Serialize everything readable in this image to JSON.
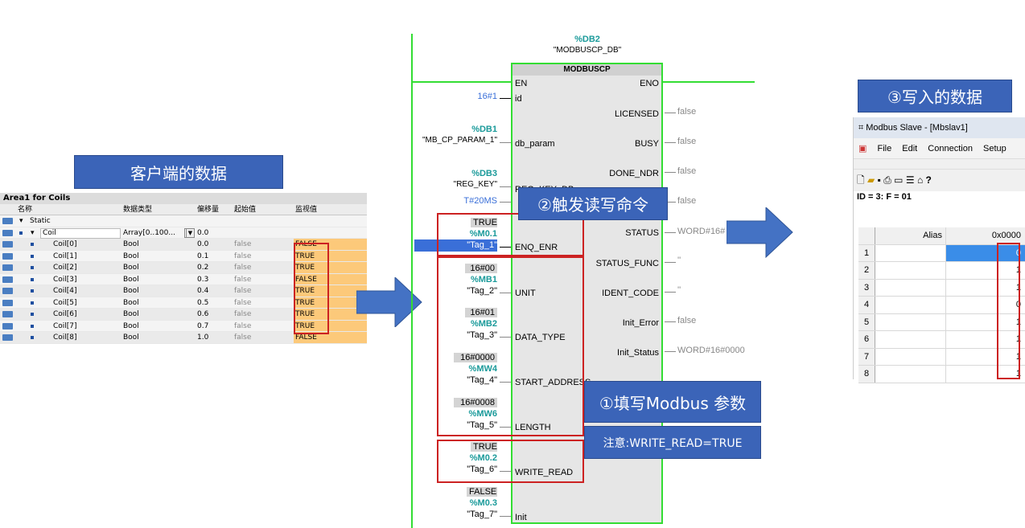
{
  "callouts": {
    "client_data": "客户端的数据",
    "trigger": "②触发读写命令",
    "fill_params": "①填写Modbus 参数",
    "note": "注意:WRITE_READ=TRUE",
    "written": "③写入的数据"
  },
  "area_table": {
    "title": "Area1 for Coils",
    "headers": [
      "名称",
      "数据类型",
      "偏移量",
      "起始值",
      "监视值"
    ],
    "static_label": "Static",
    "coil_group": {
      "name": "Coil",
      "type": "Array[0..100...",
      "offset": "0.0"
    },
    "rows": [
      {
        "name": "Coil[0]",
        "type": "Bool",
        "offset": "0.0",
        "start": "false",
        "monitor": "FALSE"
      },
      {
        "name": "Coil[1]",
        "type": "Bool",
        "offset": "0.1",
        "start": "false",
        "monitor": "TRUE"
      },
      {
        "name": "Coil[2]",
        "type": "Bool",
        "offset": "0.2",
        "start": "false",
        "monitor": "TRUE"
      },
      {
        "name": "Coil[3]",
        "type": "Bool",
        "offset": "0.3",
        "start": "false",
        "monitor": "FALSE"
      },
      {
        "name": "Coil[4]",
        "type": "Bool",
        "offset": "0.4",
        "start": "false",
        "monitor": "TRUE"
      },
      {
        "name": "Coil[5]",
        "type": "Bool",
        "offset": "0.5",
        "start": "false",
        "monitor": "TRUE"
      },
      {
        "name": "Coil[6]",
        "type": "Bool",
        "offset": "0.6",
        "start": "false",
        "monitor": "TRUE"
      },
      {
        "name": "Coil[7]",
        "type": "Bool",
        "offset": "0.7",
        "start": "false",
        "monitor": "TRUE"
      },
      {
        "name": "Coil[8]",
        "type": "Bool",
        "offset": "1.0",
        "start": "false",
        "monitor": "FALSE"
      }
    ]
  },
  "fb": {
    "instance": "%DB2",
    "instance_name": "\"MODBUSCP_DB\"",
    "title": "MODBUSCP",
    "inputs": {
      "en": "EN",
      "id": "id",
      "id_val": "16#1",
      "db_param": "db_param",
      "db_param_addr": "%DB1",
      "db_param_name": "\"MB_CP_PARAM_1\"",
      "reg_key": "REG_KEY_DB",
      "reg_key_addr": "%DB3",
      "reg_key_name": "\"REG_KEY\"",
      "t_val": "T#20MS",
      "enq": "ENQ_ENR",
      "enq_val": "TRUE",
      "enq_addr": "%M0.1",
      "enq_name": "\"Tag_1\"",
      "unit": "UNIT",
      "unit_val": "16#00",
      "unit_addr": "%MB1",
      "unit_name": "\"Tag_2\"",
      "dtype": "DATA_TYPE",
      "dtype_val": "16#01",
      "dtype_addr": "%MB2",
      "dtype_name": "\"Tag_3\"",
      "start": "START_ADDRESS",
      "start_val": "16#0000",
      "start_addr": "%MW4",
      "start_name": "\"Tag_4\"",
      "length": "LENGTH",
      "length_val": "16#0008",
      "length_addr": "%MW6",
      "length_name": "\"Tag_5\"",
      "wr": "WRITE_READ",
      "wr_val": "TRUE",
      "wr_addr": "%M0.2",
      "wr_name": "\"Tag_6\"",
      "init": "Init",
      "init_val": "FALSE",
      "init_addr": "%M0.3",
      "init_name": "\"Tag_7\""
    },
    "outputs": {
      "eno": "ENO",
      "licensed": "LICENSED",
      "licensed_val": "false",
      "busy": "BUSY",
      "busy_val": "false",
      "done": "DONE_NDR",
      "done_val": "false",
      "error_val": "false",
      "status": "STATUS",
      "status_val": "WORD#16#",
      "status_func": "STATUS_FUNC",
      "status_func_val": "''",
      "ident": "IDENT_CODE",
      "ident_val": "''",
      "init_error": "Init_Error",
      "init_error_val": "false",
      "init_status": "Init_Status",
      "init_status_val": "WORD#16#0000"
    }
  },
  "modbus_slave": {
    "title": "Modbus Slave - [Mbslav1]",
    "menu": [
      "File",
      "Edit",
      "Connection",
      "Setup"
    ],
    "id_line": "ID = 3: F = 01",
    "col_alias": "Alias",
    "col_addr": "0x0000",
    "rows": [
      {
        "n": "1",
        "v": "0"
      },
      {
        "n": "2",
        "v": "1"
      },
      {
        "n": "3",
        "v": "1"
      },
      {
        "n": "4",
        "v": "0"
      },
      {
        "n": "5",
        "v": "1"
      },
      {
        "n": "6",
        "v": "1"
      },
      {
        "n": "7",
        "v": "1"
      },
      {
        "n": "8",
        "v": "1"
      }
    ]
  },
  "colors": {
    "accent": "#3b64b8",
    "wire_green": "#33dd33",
    "highlight_red": "#cc2222",
    "monitor_orange": "#fcc97a"
  }
}
